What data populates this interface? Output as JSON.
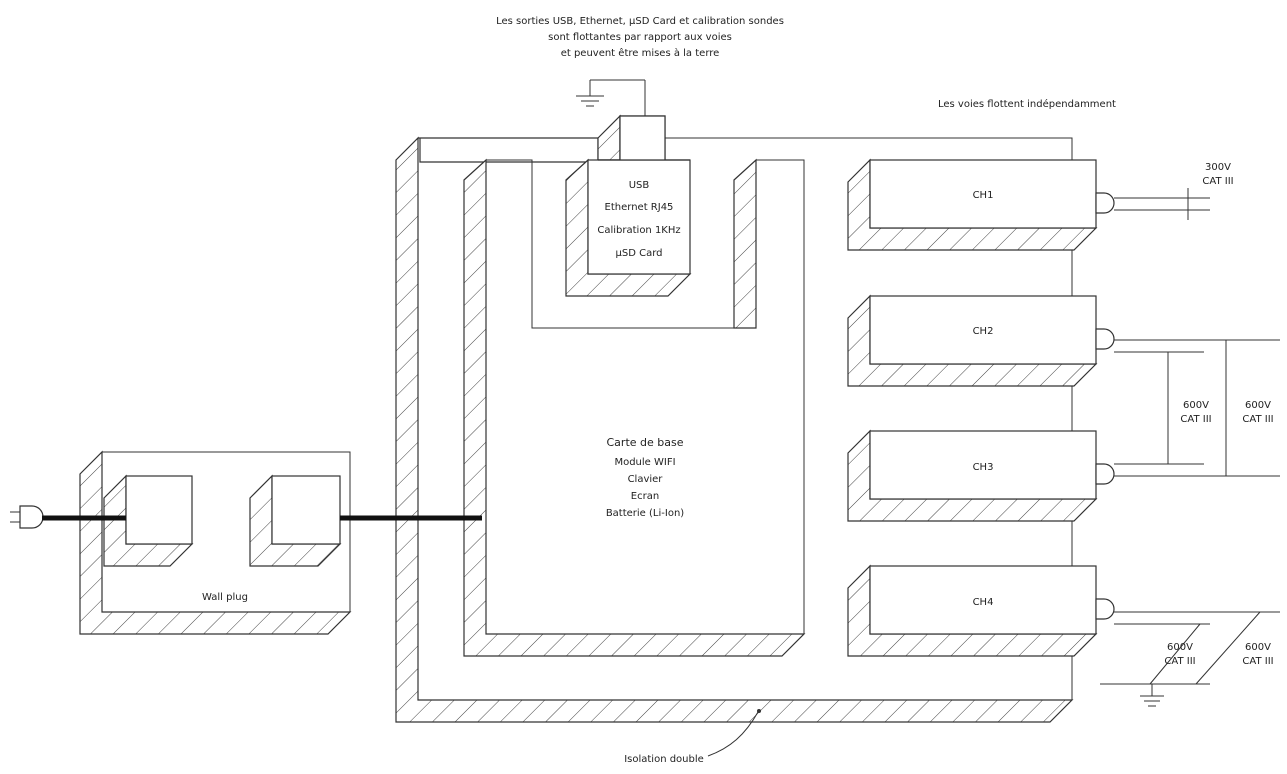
{
  "top_note": [
    "Les sorties USB, Ethernet, µSD Card et calibration sondes",
    "sont flottantes par rapport aux voies",
    "et peuvent être mises à la terre"
  ],
  "channels_note": "Les voies flottent indépendamment",
  "io_block": [
    "USB",
    "Ethernet RJ45",
    "Calibration 1KHz",
    "µSD Card"
  ],
  "base_board": [
    "Carte de base",
    "Module WIFI",
    "Clavier",
    "Ecran",
    "Batterie (Li-Ion)"
  ],
  "wall_plug": "Wall plug",
  "channels": [
    "CH1",
    "CH2",
    "CH3",
    "CH4"
  ],
  "ratings": {
    "ch1": [
      "300V",
      "CAT III"
    ],
    "ch2_ch3": [
      "600V",
      "CAT III"
    ],
    "ch2_ch3_outer": [
      "600V",
      "CAT III"
    ],
    "ch4_ground": [
      "600V",
      "CAT III"
    ],
    "ch4_ground_outer": [
      "600V",
      "CAT III"
    ]
  },
  "isolation": "Isolation double"
}
